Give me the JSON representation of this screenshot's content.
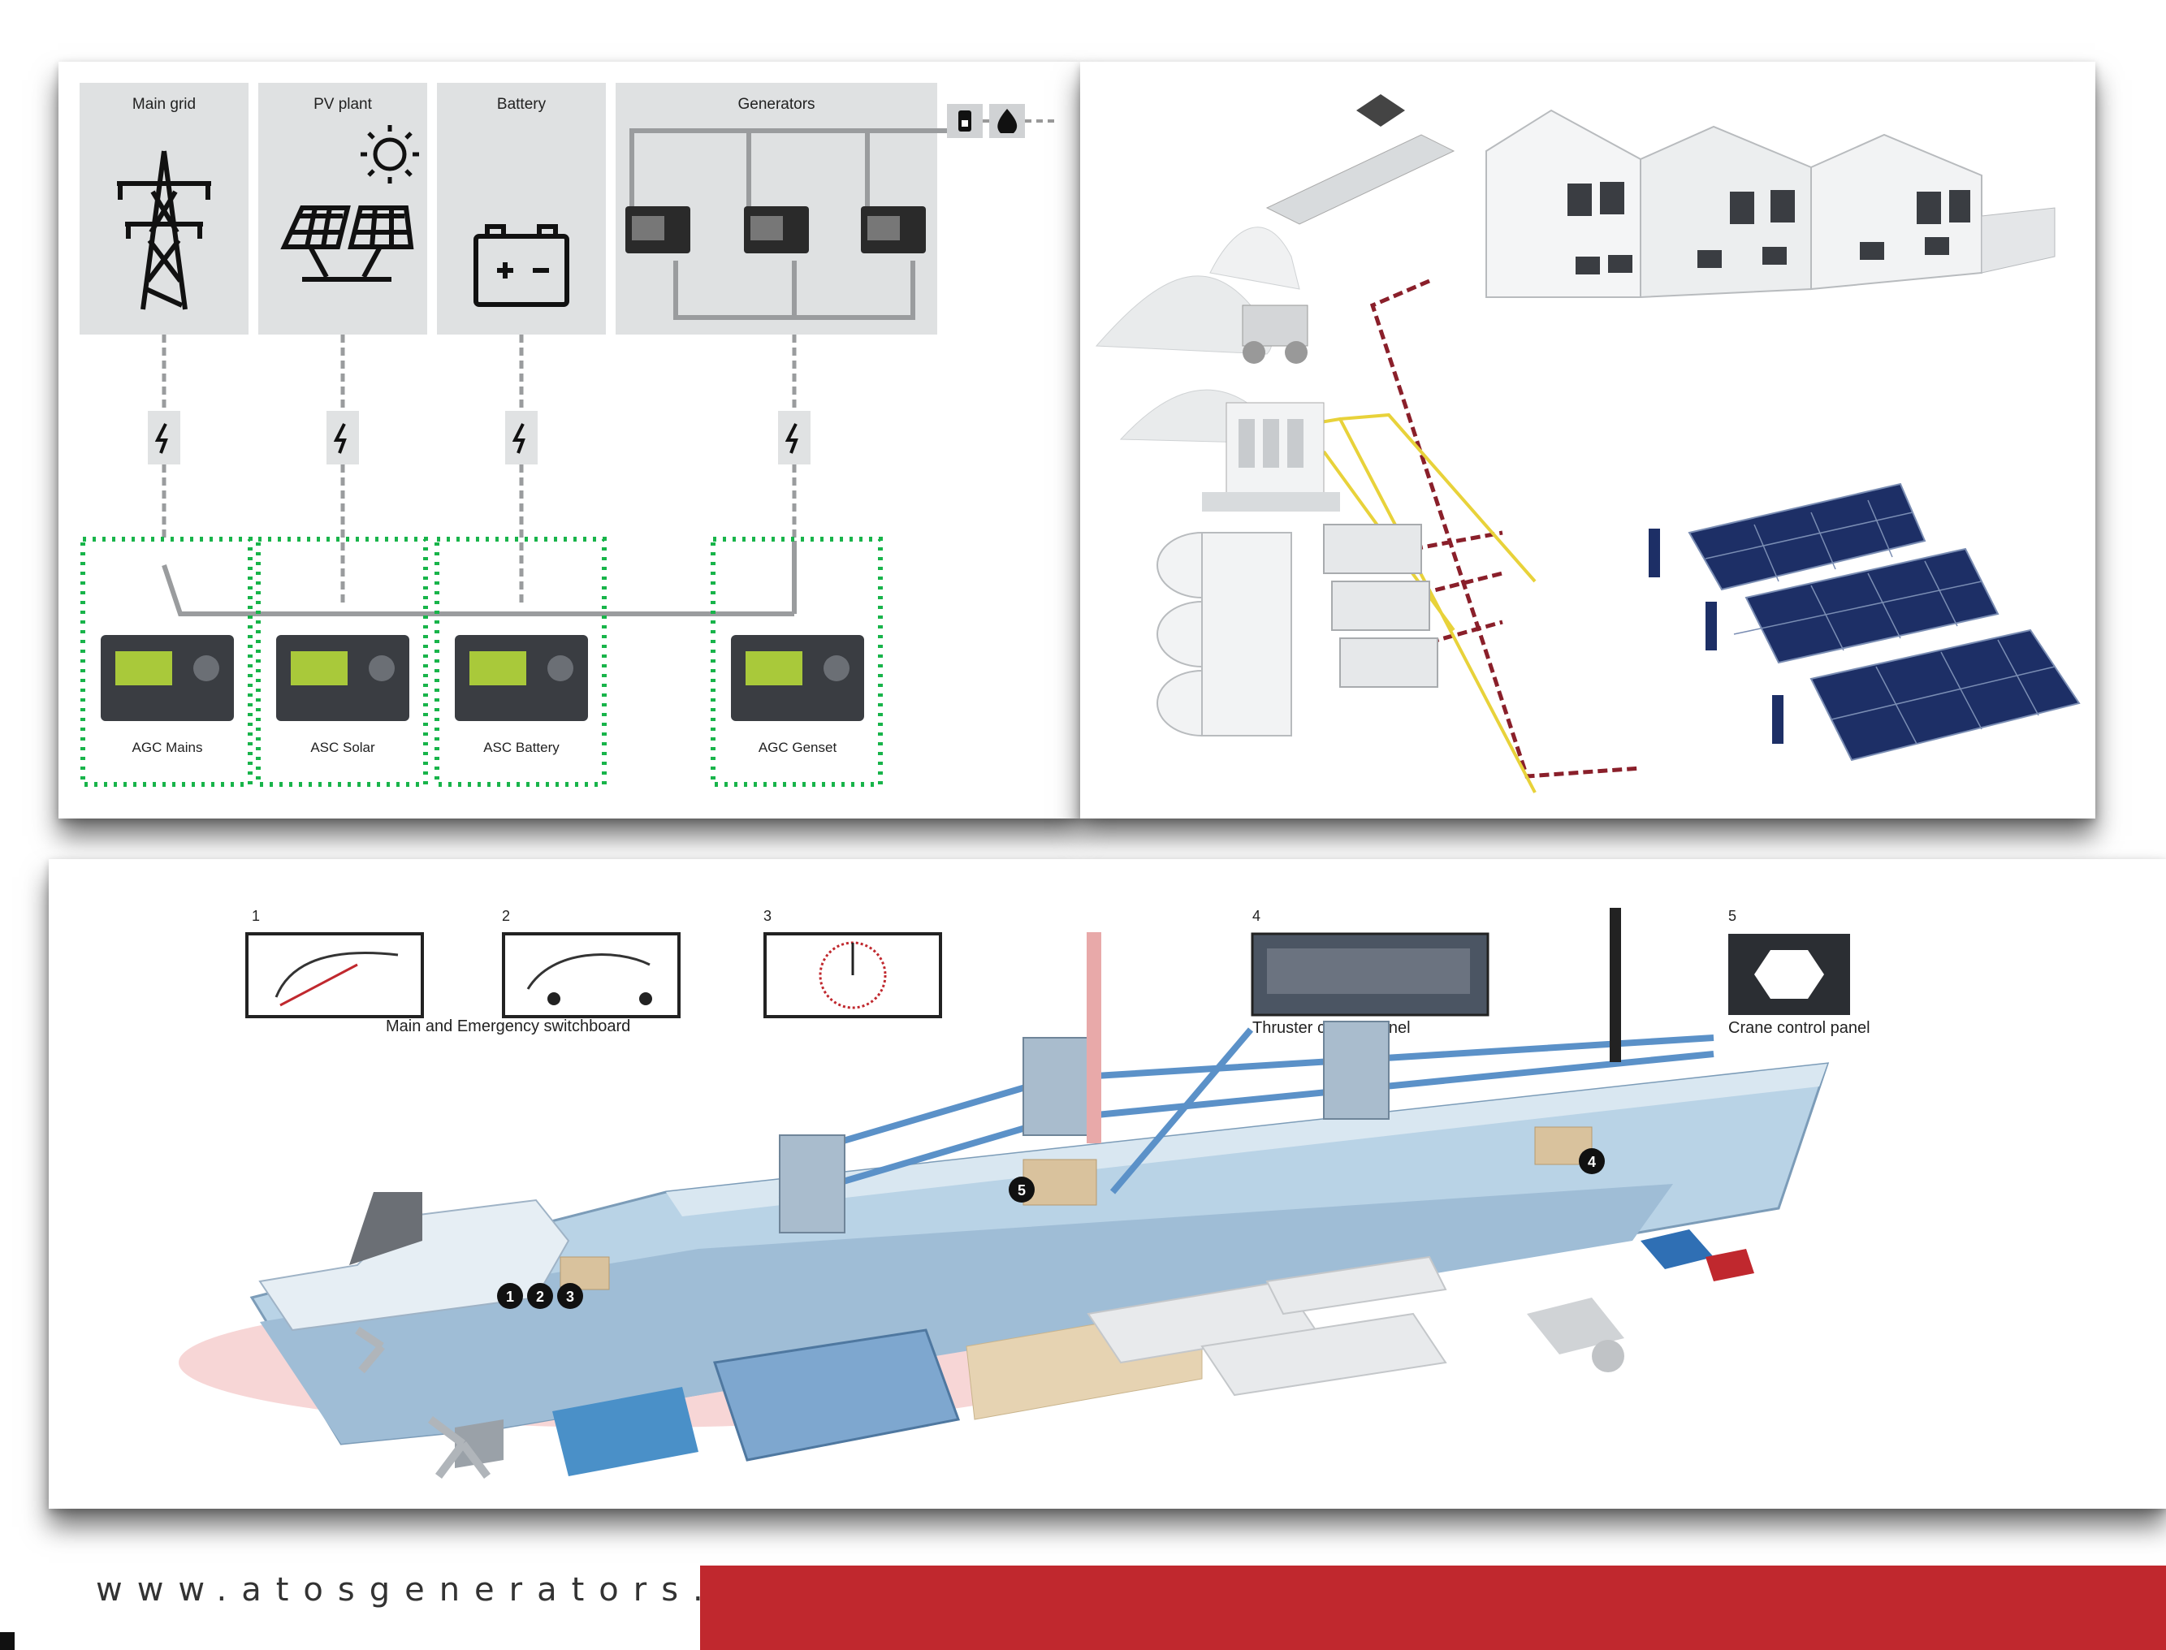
{
  "diagram": {
    "grid_sources": {
      "main_grid": "Main grid",
      "pv_plant": "PV plant",
      "battery": "Battery",
      "generators": "Generators"
    },
    "controllers": {
      "agc_mains": "AGC Mains",
      "asc_solar": "ASC Solar",
      "asc_battery": "ASC Battery",
      "agc_genset": "AGC Genset"
    }
  },
  "ship": {
    "items": [
      {
        "num": "1",
        "label": ""
      },
      {
        "num": "2",
        "label": ""
      },
      {
        "num": "3",
        "label": ""
      },
      {
        "num": "4",
        "label": "Thruster control panel"
      },
      {
        "num": "5",
        "label": "Crane control panel"
      }
    ],
    "switchboard_label": "Main and Emergency switchboard"
  },
  "footer": {
    "url": "www.atosgenerators.com",
    "bar_color": "#c0282e"
  }
}
